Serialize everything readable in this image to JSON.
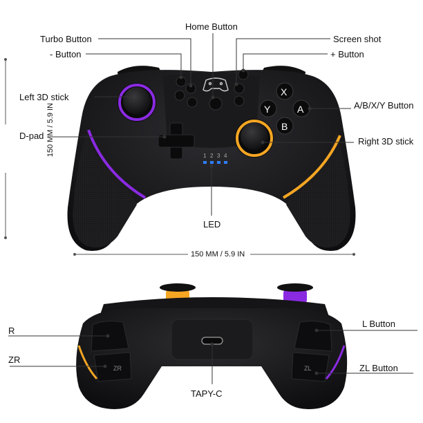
{
  "top_view": {
    "labels": {
      "turbo": "Turbo Button",
      "home": "Home Button",
      "screenshot": "Screen shot",
      "minus": "- Button",
      "plus": "+ Button",
      "left_stick": "Left 3D stick",
      "abxy": "A/B/X/Y Button",
      "dpad": "D-pad",
      "right_stick": "Right 3D stick",
      "led": "LED"
    },
    "face_buttons": {
      "x": "X",
      "y": "Y",
      "a": "A",
      "b": "B"
    },
    "led_numbers": [
      "1",
      "2",
      "3",
      "4"
    ],
    "dimension_width": "150 MM / 5.9 IN",
    "dimension_height": "150 MM / 5.9 IN"
  },
  "back_view": {
    "labels": {
      "r": "R",
      "zr": "ZR",
      "l": "L Button",
      "zl": "ZL Button",
      "usb": "TAPY-C"
    },
    "trigger_marks": {
      "zr": "ZR",
      "zl": "ZL"
    }
  },
  "colors": {
    "accent_left": "#8a2be2",
    "accent_right": "#f5a623",
    "led_blue": "#2f7fff",
    "body": "#1c1c1f"
  }
}
